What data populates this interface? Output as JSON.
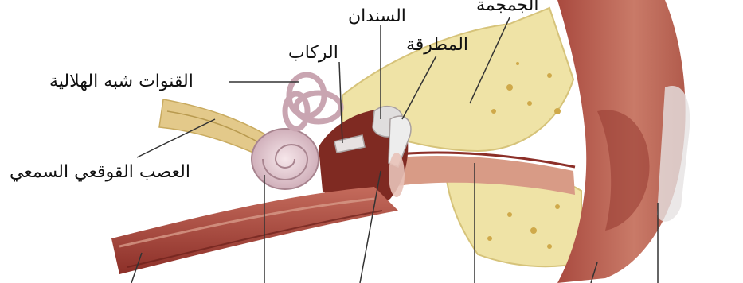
{
  "colors": {
    "background": "#ffffff",
    "bone": "#efe3a6",
    "skull_edge": "#e0cf85",
    "flesh_dark": "#8c2f28",
    "flesh_mid": "#b5564a",
    "flesh_light": "#d89b86",
    "cartilage": "#e9d2d2",
    "nerve": "#e3c98a",
    "leader_line": "#333333",
    "label_text": "#111111"
  },
  "labels": {
    "skull": "الجمجمة",
    "incus": "السندان",
    "malleus": "المطرقة",
    "stapes": "الركاب",
    "semicircular_canals": "القنوات شبه الهلالية",
    "cochlear_nerve": "العصب القوقعي السمعي"
  }
}
